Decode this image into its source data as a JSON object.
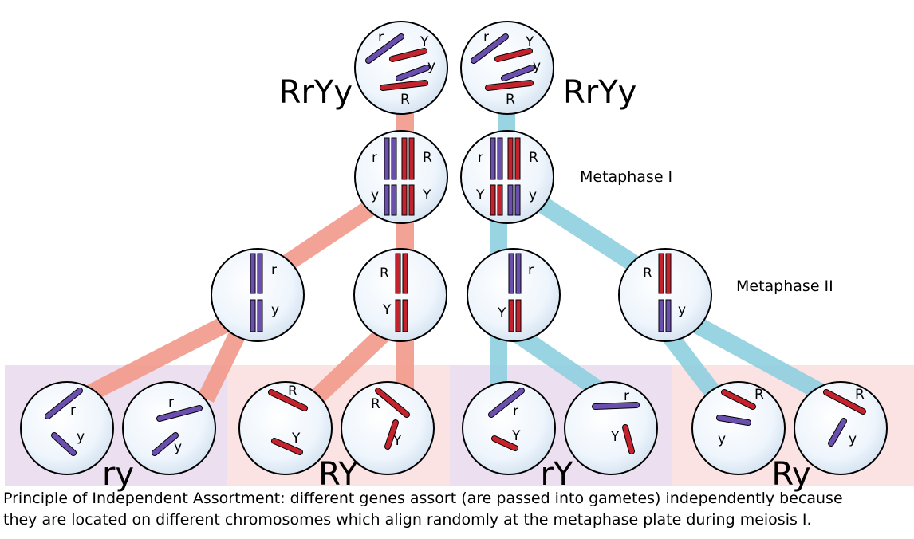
{
  "parent_cells": [
    {
      "genotype": "RrYy",
      "alleles": [
        "r",
        "Y",
        "y",
        "R"
      ]
    },
    {
      "genotype": "RrYy",
      "alleles": [
        "r",
        "Y",
        "y",
        "R"
      ]
    }
  ],
  "metaphase_one": {
    "label": "Metaphase I",
    "cells": [
      {
        "alleles": [
          "r",
          "R",
          "y",
          "Y"
        ]
      },
      {
        "alleles": [
          "r",
          "R",
          "Y",
          "y"
        ]
      }
    ]
  },
  "metaphase_two": {
    "label": "Metaphase II",
    "cells": [
      {
        "alleles": [
          "r",
          "y"
        ]
      },
      {
        "alleles": [
          "R",
          "Y"
        ]
      },
      {
        "alleles": [
          "r",
          "Y"
        ]
      },
      {
        "alleles": [
          "R",
          "y"
        ]
      }
    ]
  },
  "gametes": [
    {
      "group": "ry",
      "cells": [
        {
          "alleles": [
            "r",
            "y"
          ]
        },
        {
          "alleles": [
            "r",
            "y"
          ]
        }
      ]
    },
    {
      "group": "RY",
      "cells": [
        {
          "alleles": [
            "R",
            "Y"
          ]
        },
        {
          "alleles": [
            "R",
            "Y"
          ]
        }
      ]
    },
    {
      "group": "rY",
      "cells": [
        {
          "alleles": [
            "r",
            "Y"
          ]
        },
        {
          "alleles": [
            "r",
            "Y"
          ]
        }
      ]
    },
    {
      "group": "Ry",
      "cells": [
        {
          "alleles": [
            "R",
            "y"
          ]
        },
        {
          "alleles": [
            "R",
            "y"
          ]
        }
      ]
    }
  ],
  "caption": {
    "line1": "Principle of Independent Assortment: different genes assort (are passed into gametes) independently because",
    "line2": "they are located on different chromosomes which align randomly at the metaphase plate during meiosis I."
  },
  "colors": {
    "purple_chromosome": "#6a4fae",
    "red_chromosome": "#c4222d",
    "salmon_path": "#f29a8a",
    "blue_path": "#8fd0e0",
    "cell_fill": "#eaf3fb",
    "purple_band": "#ece0f0",
    "pink_band": "#fbe3e3"
  }
}
